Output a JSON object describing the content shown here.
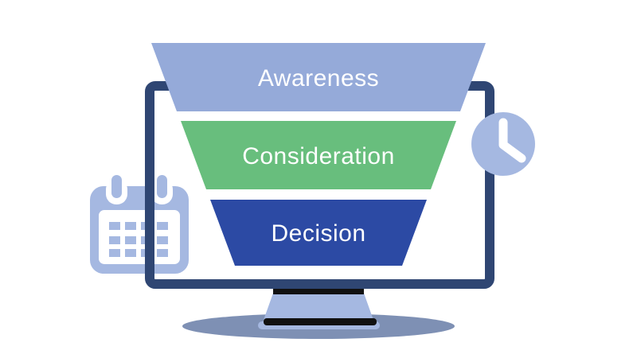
{
  "illustration": {
    "description": "Marketing funnel shown on a desktop monitor with calendar and clock icons"
  },
  "funnel": {
    "stages": [
      {
        "label": "Awareness",
        "color": "#95AAD9"
      },
      {
        "label": "Consideration",
        "color": "#68BE7D"
      },
      {
        "label": "Decision",
        "color": "#2C4AA4"
      }
    ],
    "text_color": "#FFFFFF"
  },
  "monitor": {
    "frame_color": "#2F4673",
    "screen_color": "#FFFFFF",
    "stand_color": "#A5B8E1",
    "stand_accent_color": "#111111",
    "shadow_color": "#7E90B4"
  },
  "icons": {
    "calendar": {
      "name": "calendar-icon",
      "color": "#A5B8E1",
      "grid_color": "#A5B8E1",
      "face_color": "#FFFFFF"
    },
    "clock": {
      "name": "clock-icon",
      "color": "#A5B8E1",
      "hand_color": "#FFFFFF"
    }
  }
}
